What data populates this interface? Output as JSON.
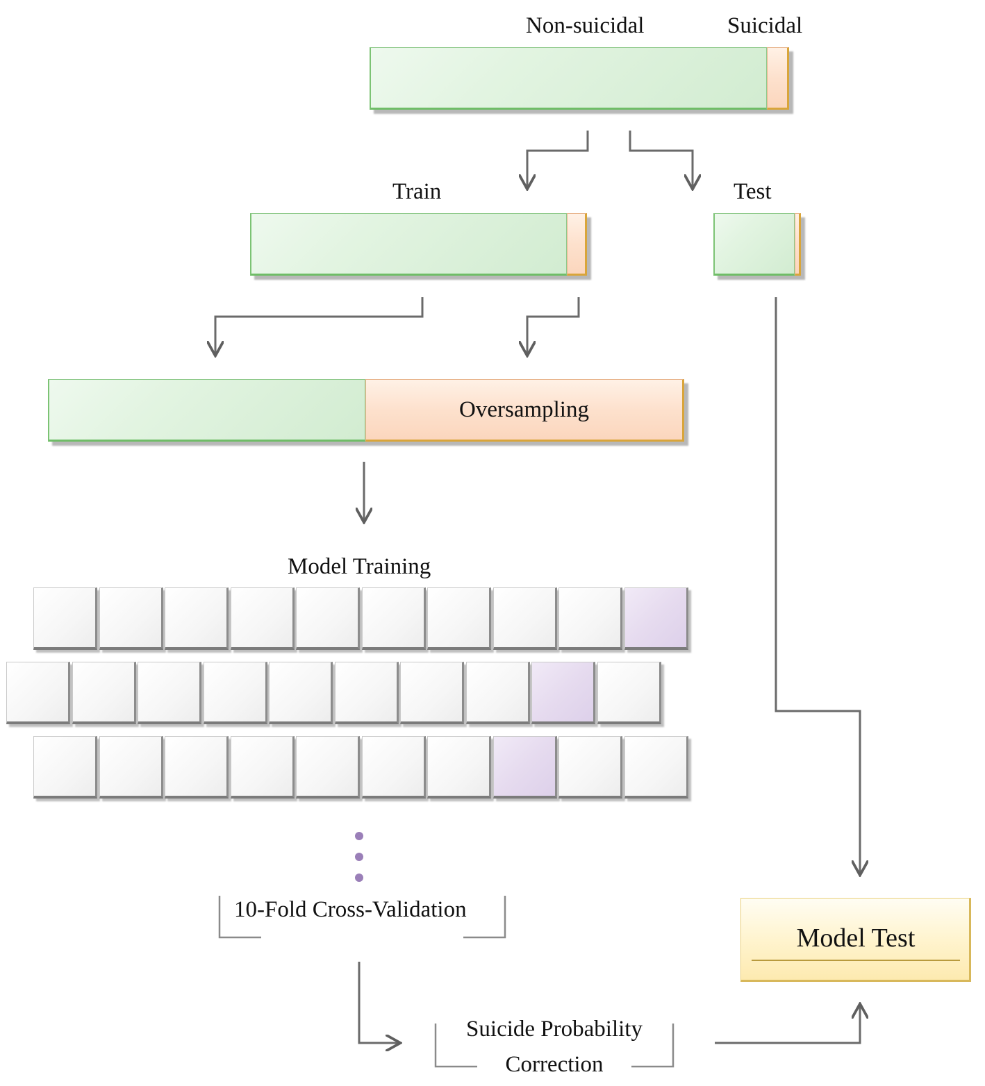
{
  "labels": {
    "non_suicidal": "Non-suicidal",
    "suicidal": "Suicidal",
    "train": "Train",
    "test": "Test",
    "oversampling": "Oversampling",
    "model_training": "Model Training",
    "cross_validation": "10-Fold Cross-Validation",
    "prob_correction_line1": "Suicide Probability",
    "prob_correction_line2": "Correction",
    "model_test": "Model Test"
  },
  "folds": {
    "cells_per_row": 10,
    "validation_fold_index_per_row": [
      9,
      8,
      7
    ]
  },
  "colors": {
    "non_suicidal_fill": "#d8efd6",
    "suicidal_fill": "#fde1cd",
    "validation_fold_fill": "#e3d7ee",
    "training_fold_fill": "#f4f4f4",
    "model_test_fill": "#fff0c2",
    "arrow": "#666666"
  }
}
